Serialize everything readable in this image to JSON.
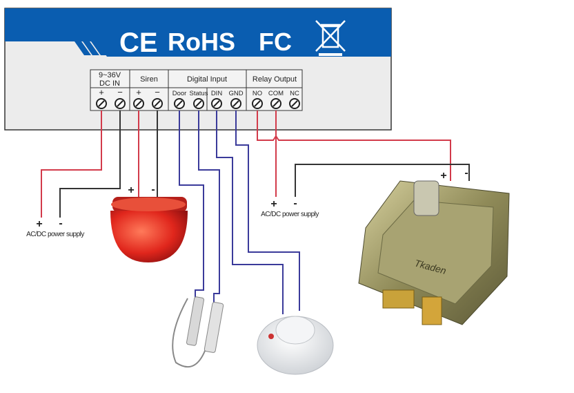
{
  "header": {
    "certifications": [
      "CE",
      "RoHS",
      "FC"
    ],
    "weee_icon": "crossed-bin-icon"
  },
  "terminals": {
    "groups": [
      {
        "label_line1": "9~36V",
        "label_line2": "DC IN"
      },
      {
        "label_line1": "Siren"
      },
      {
        "label_line1": "Digital Input"
      },
      {
        "label_line1": "Relay Output"
      }
    ],
    "pins": [
      "+",
      "−",
      "+",
      "−",
      "Door",
      "Status",
      "DIN",
      "GND",
      "NO",
      "COM",
      "NC"
    ]
  },
  "power_supply_left": {
    "plus": "+",
    "minus": "-",
    "label": "AC/DC power supply"
  },
  "power_supply_right": {
    "plus": "+",
    "minus": "-",
    "label": "AC/DC power supply"
  },
  "siren": {
    "plus": "+",
    "minus": "-"
  },
  "lock": {
    "plus": "+",
    "minus": "-",
    "brand": "Tkaden"
  },
  "colors": {
    "band": "#0a5db0",
    "panel": "#ececec",
    "red_wire": "#d23a4a",
    "black_wire": "#333333",
    "blue_wire": "#3a3a9a"
  }
}
